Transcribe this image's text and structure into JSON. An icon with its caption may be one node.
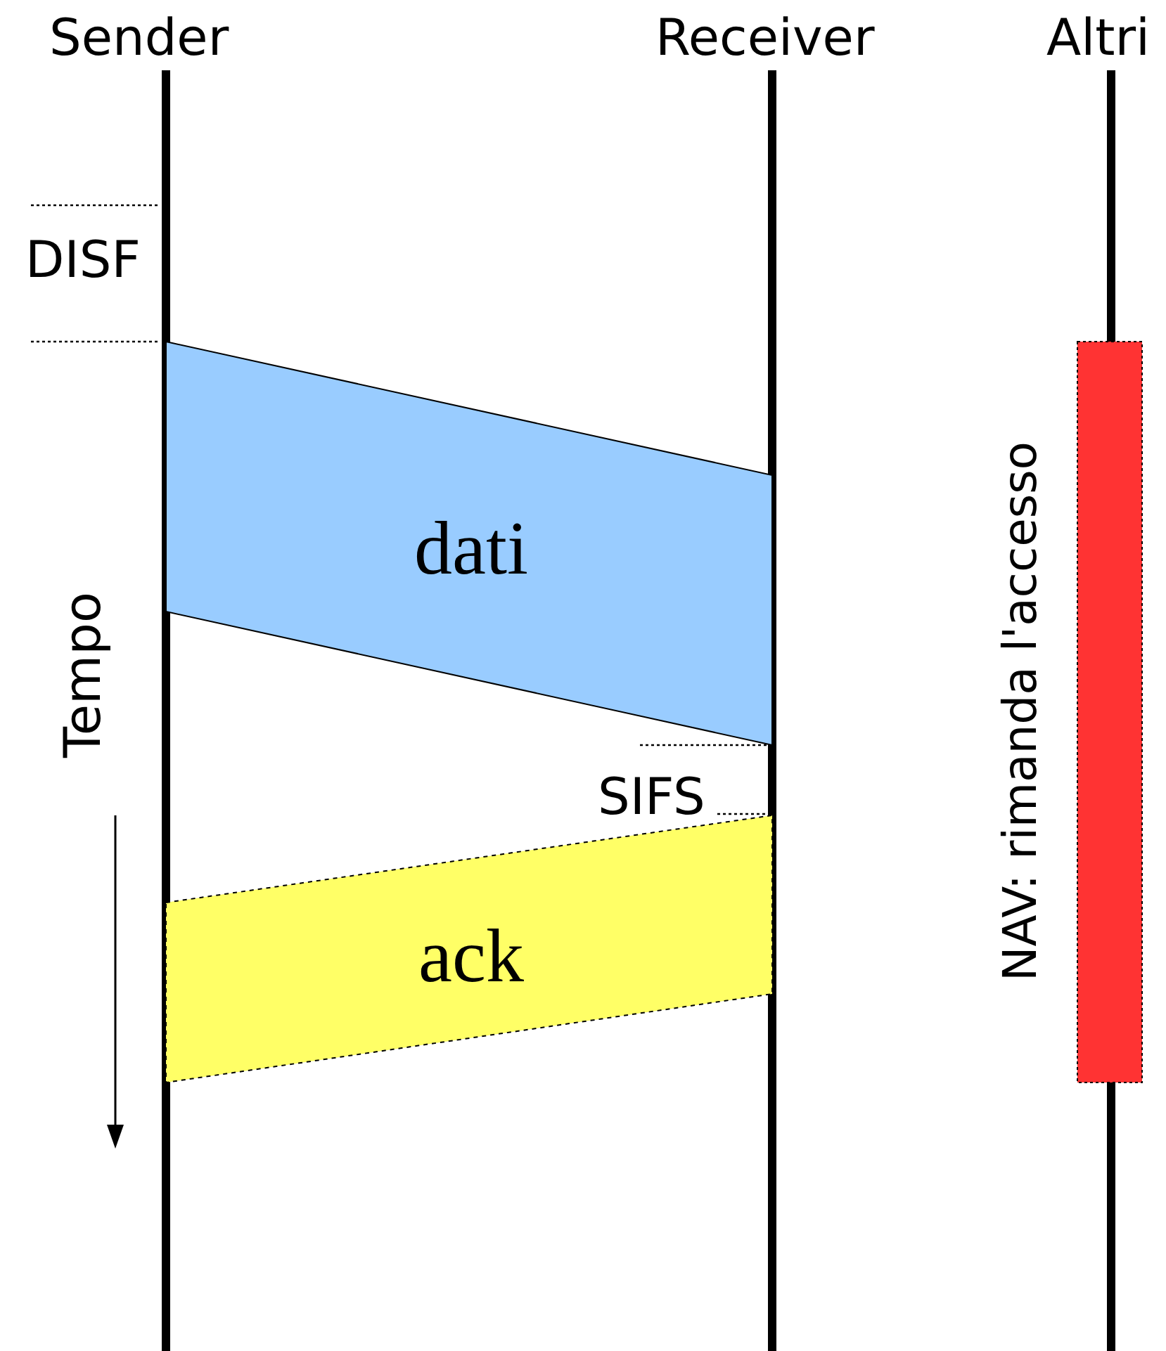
{
  "diagram": {
    "nodes": [
      {
        "text": [
          "dati"
        ]
      },
      {
        "text": [
          "ack"
        ]
      },
      {
        "text": [],
        "shape": "bar",
        "beside": [
          "NAV: rimanda l'accesso"
        ]
      }
    ],
    "edges": [],
    "labels": [
      "Sender",
      "Receiver",
      "Altri",
      "DISF",
      "Tempo",
      "SIFS"
    ]
  }
}
